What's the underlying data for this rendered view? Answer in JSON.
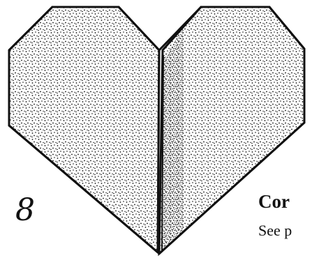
{
  "step": {
    "number": "8"
  },
  "caption": {
    "title": "Cor",
    "subtitle": "See p"
  },
  "illustration": {
    "subject": "origami-heart",
    "fill_pattern": "stippled-dots",
    "ink_color": "#111111",
    "paper_color": "#ffffff"
  }
}
